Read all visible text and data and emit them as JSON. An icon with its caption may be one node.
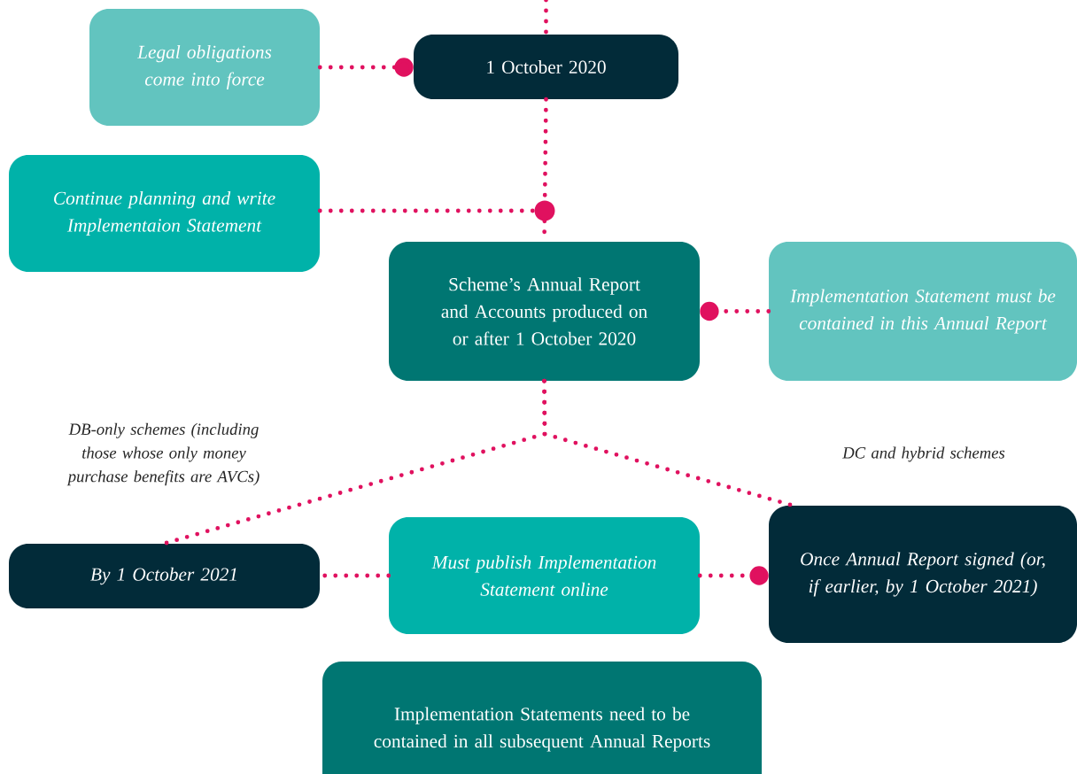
{
  "diagram": {
    "nodes": [
      {
        "text": [
          "Legal obligations come into force"
        ]
      },
      {
        "text": [
          "1 October 2020"
        ]
      },
      {
        "text": [
          "Continue planning and write Implementaion Statement"
        ]
      },
      {
        "text": [],
        "shape": "circle"
      },
      {
        "text": [
          "Scheme’s Annual Report and Accounts produced on or after 1 October 2020"
        ]
      },
      {
        "text": [
          "Implementation Statement must be contained in this Annual Report"
        ]
      },
      {
        "text": [
          "By 1 October 2021"
        ]
      },
      {
        "text": [
          "Must publish Implementation Statement online"
        ]
      },
      {
        "text": [
          "Once Annual Report signed (or, if earlier, by 1 October 2021)"
        ]
      },
      {
        "text": [
          "Implementation Statements need to be contained in all subsequent Annual Reports"
        ]
      }
    ],
    "edges": [
      {
        "from": null,
        "to": 1,
        "arrow": "none"
      },
      {
        "from": 0,
        "to": 1,
        "arrow": "other"
      },
      {
        "from": 1,
        "to": 3,
        "arrow": "none"
      },
      {
        "from": 2,
        "to": 3,
        "arrow": "none"
      },
      {
        "from": 3,
        "to": 4,
        "arrow": "none"
      },
      {
        "from": 5,
        "to": 4,
        "arrow": "other"
      },
      {
        "from": 4,
        "to": 6,
        "arrow": "none",
        "label": "DB-only schemes (including those whose only money purchase benefits are AVCs)"
      },
      {
        "from": 4,
        "to": 8,
        "arrow": "none",
        "label": "DC and hybrid schemes"
      },
      {
        "from": 7,
        "to": 6,
        "arrow": "none"
      },
      {
        "from": 7,
        "to": 8,
        "arrow": "other"
      }
    ]
  }
}
